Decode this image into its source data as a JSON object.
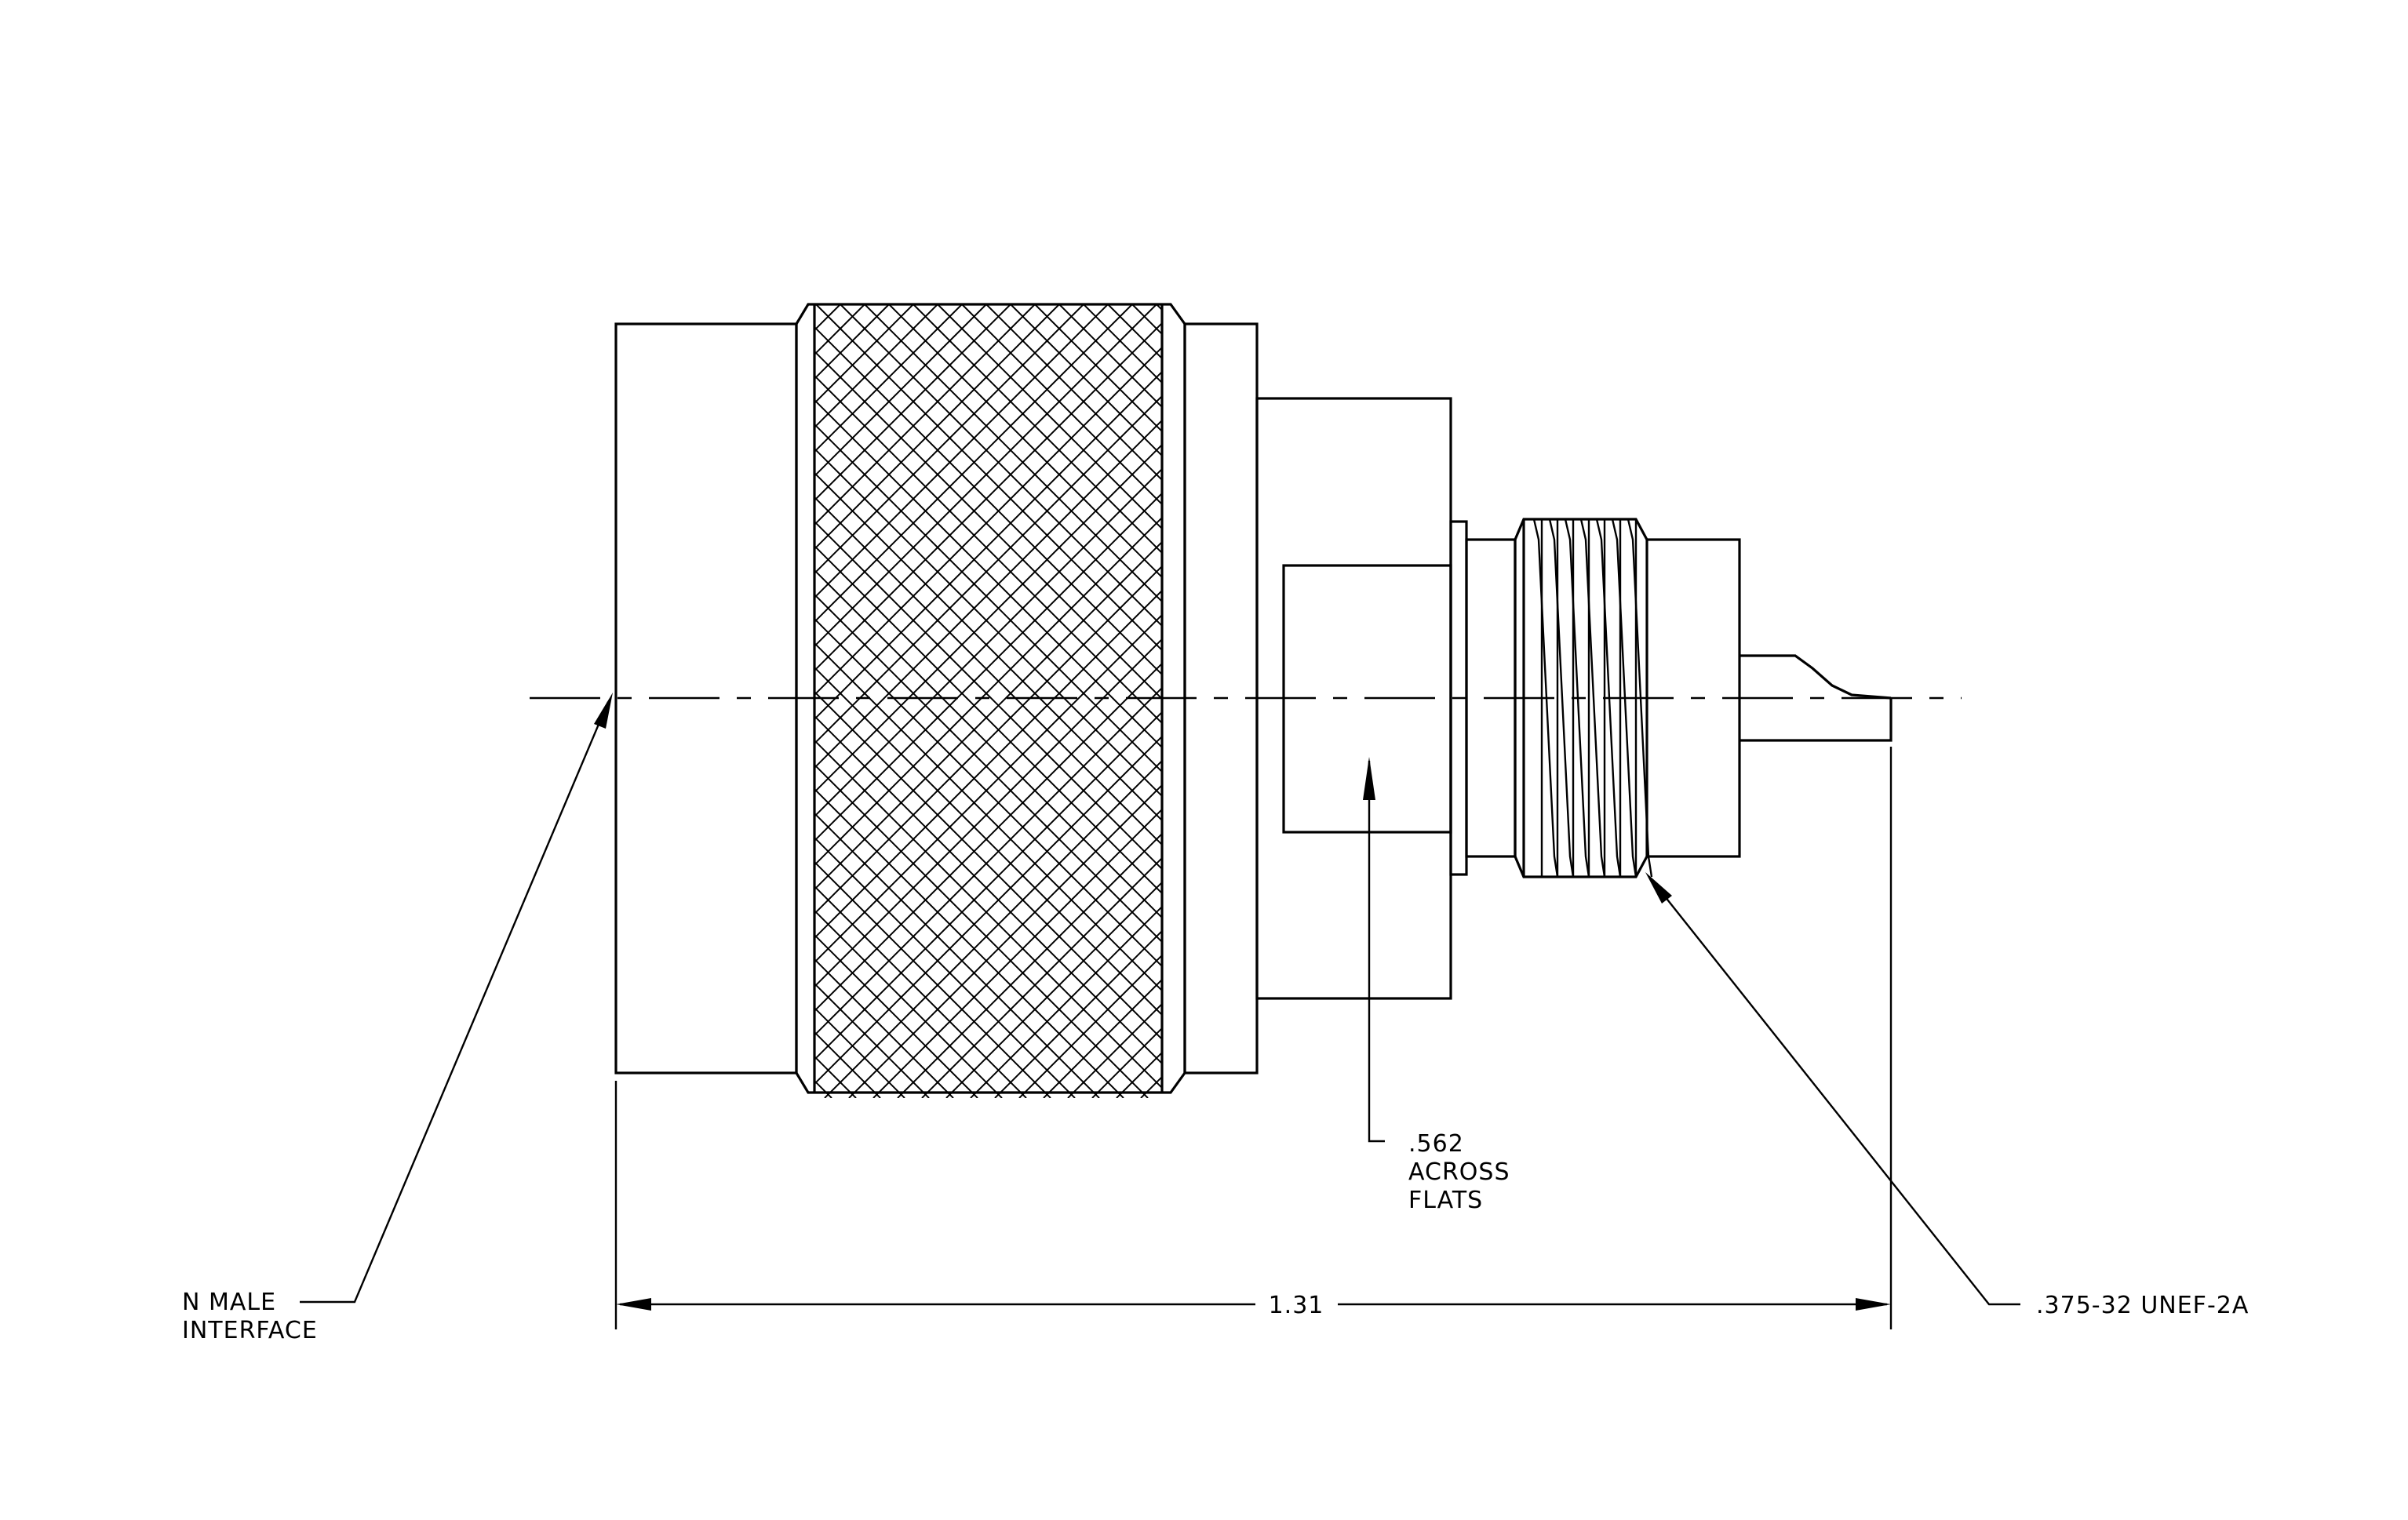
{
  "labels": {
    "n_male_line1": "N MALE",
    "n_male_line2": "INTERFACE",
    "flats_line1": ".562",
    "flats_line2": "ACROSS",
    "flats_line3": "FLATS",
    "thread": ".375-32 UNEF-2A",
    "length": "1.31"
  }
}
